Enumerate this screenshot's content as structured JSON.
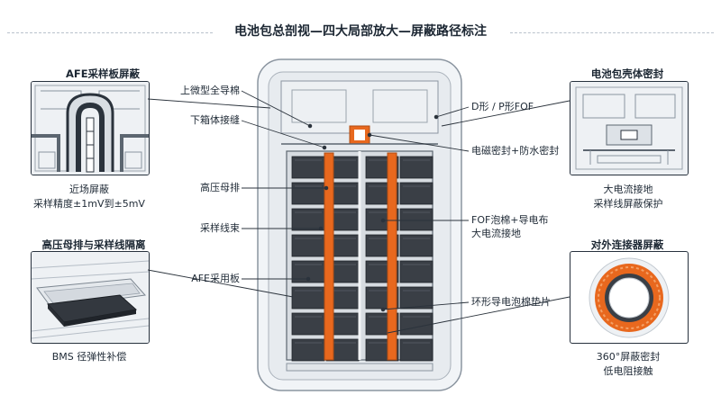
{
  "title": "电池包总剖视—四大局部放大—屏蔽路径标注",
  "panels": {
    "afe": {
      "title": "AFE采样板屏蔽",
      "caption1": "近场屏蔽",
      "caption2": "采样精度±1mV到±5mV"
    },
    "busbar": {
      "title": "高压母排与采样线隔离",
      "caption1": "BMS 径弹性补偿"
    },
    "housing": {
      "title": "电池包壳体密封",
      "caption1": "大电流接地",
      "caption2": "采样线屏蔽保护"
    },
    "connector": {
      "title": "对外连接器屏蔽",
      "caption1": "360°屏蔽密封",
      "caption2": "低电阻接触"
    }
  },
  "callouts": {
    "left": [
      "上微型全导棉",
      "下箱体接缝",
      "高压母排",
      "采样线束",
      "AFE采用板"
    ],
    "right": [
      "D形 / P形FOF",
      "电磁密封+防水密封",
      "FOF泡棉+导电布",
      "大电流接地",
      "环形导电泡棉垫片"
    ]
  },
  "colors": {
    "accent": "#e8681e",
    "cell": "#3a3f46",
    "outline": "#27313d"
  }
}
